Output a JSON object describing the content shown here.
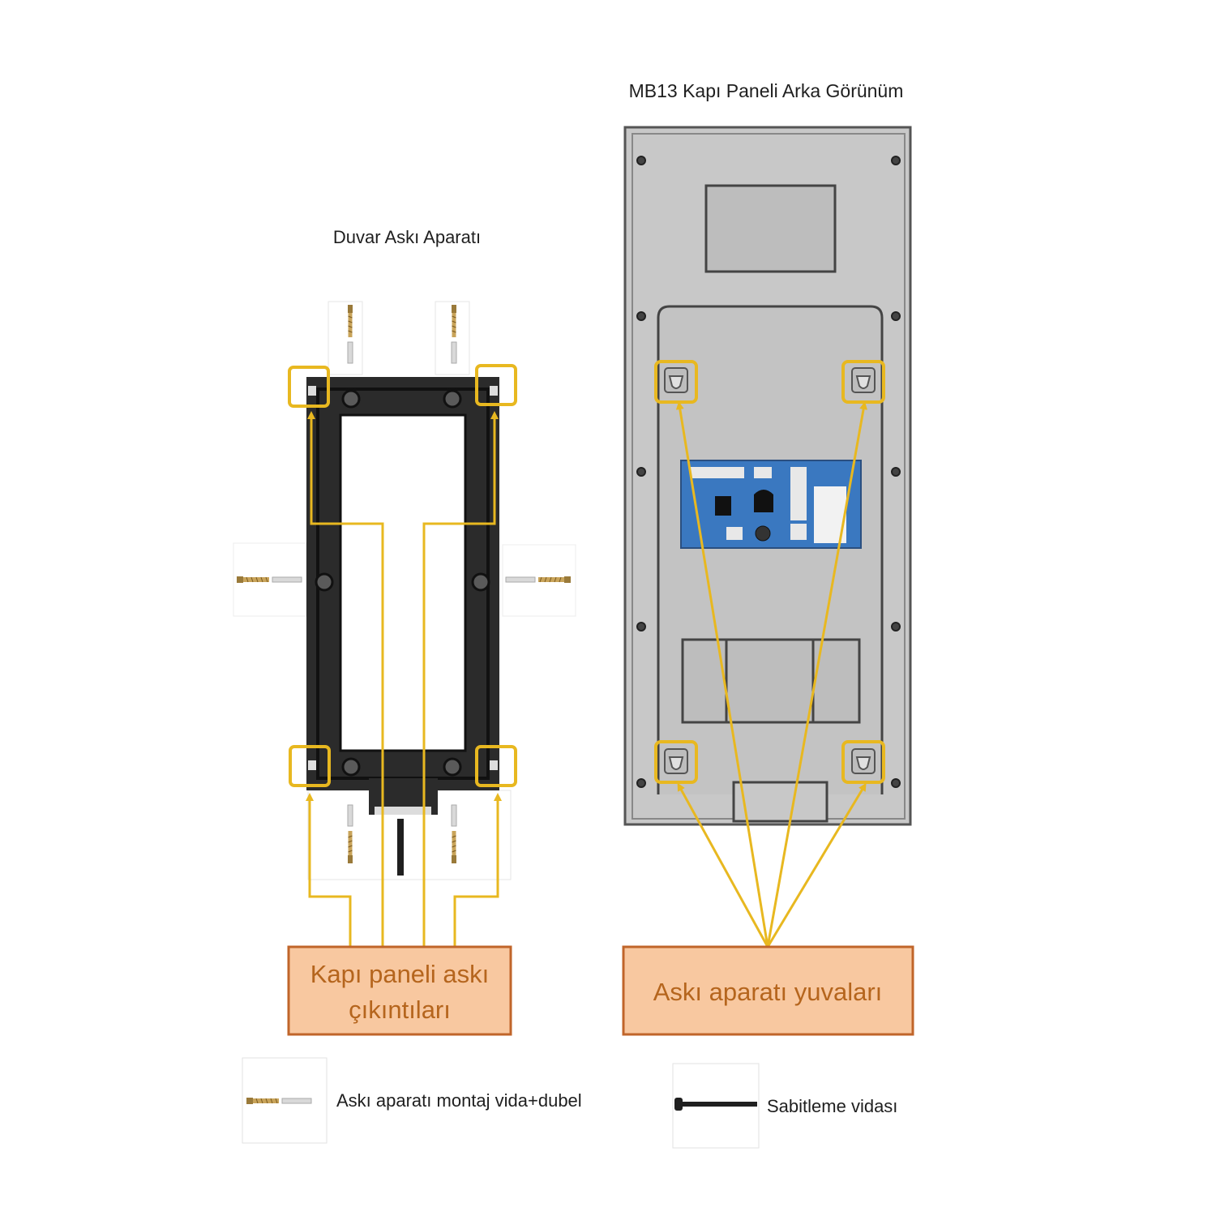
{
  "titles": {
    "panel_rear": "MB13 Kapı Paneli Arka Görünüm",
    "wall_bracket": "Duvar Askı Aparatı"
  },
  "callouts": {
    "bracket_tabs_line1": "Kapı paneli askı",
    "bracket_tabs_line2": "çıkıntıları",
    "panel_slots": "Askı aparatı yuvaları"
  },
  "legend": {
    "screw_dowel": "Askı aparatı montaj vida+dubel",
    "fixing_screw": "Sabitleme vidası"
  },
  "colors": {
    "highlight": "#e8b820",
    "callout_fill": "#f8c8a0",
    "callout_border": "#c0652a",
    "callout_text": "#b5651d",
    "bracket": "#2b2b2b",
    "panel": "#c8c8c8",
    "pcb": "#3a78c0"
  }
}
